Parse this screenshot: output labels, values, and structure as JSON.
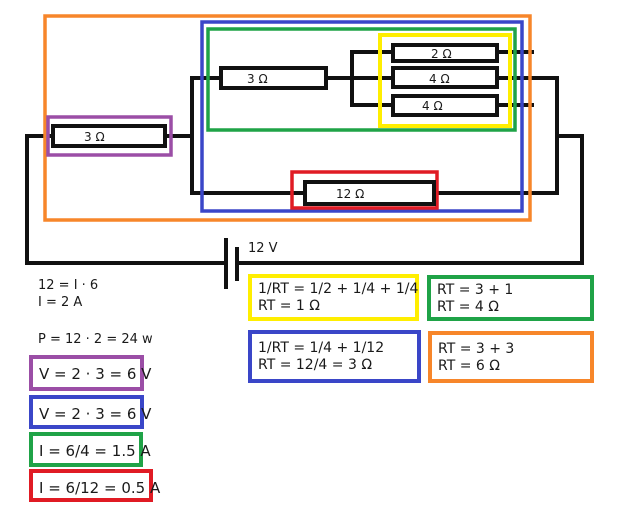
{
  "colors": {
    "wire": "#111111",
    "orange": "#f7862a",
    "blue": "#3a46c8",
    "green": "#1fa347",
    "yellow": "#ffee00",
    "purple": "#9b4ea6",
    "red": "#e01b24"
  },
  "circuit": {
    "battery_label": "12 V",
    "resistors": {
      "r_series_left": "3 Ω",
      "r_series_top": "3 Ω",
      "r_parallel_1": "2 Ω",
      "r_parallel_2": "4 Ω",
      "r_parallel_3": "4 Ω",
      "r_bottom": "12 Ω"
    }
  },
  "notes": {
    "ohms_law_line1": "12 = I · 6",
    "ohms_law_line2": "I = 2 A",
    "power": "P = 12 · 2 = 24 w"
  },
  "small_boxes": [
    {
      "text": "V = 2 · 3 = 6 V",
      "color": "purple"
    },
    {
      "text": "V = 2 · 3 = 6 V",
      "color": "blue"
    },
    {
      "text": "I = 6/4 = 1.5 A",
      "color": "green"
    },
    {
      "text": "I = 6/12 = 0.5 A",
      "color": "red"
    }
  ],
  "calc_boxes": {
    "yellow": {
      "line1": "1/RT = 1/2 + 1/4 + 1/4",
      "line2": "RT = 1 Ω"
    },
    "green": {
      "line1": "RT = 3 + 1",
      "line2": "RT = 4 Ω"
    },
    "blue": {
      "line1": "1/RT = 1/4 + 1/12",
      "line2": "RT = 12/4 = 3 Ω"
    },
    "orange": {
      "line1": "RT = 3 + 3",
      "line2": "RT = 6 Ω"
    }
  }
}
